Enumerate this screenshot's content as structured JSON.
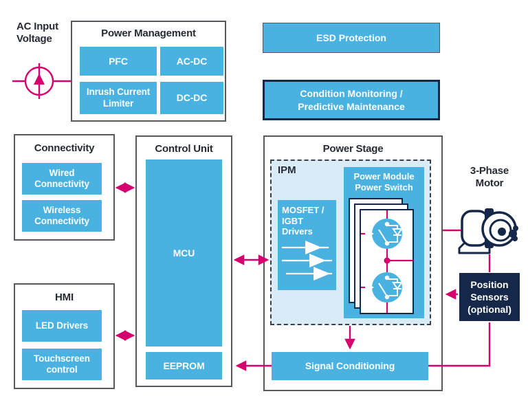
{
  "colors": {
    "block_blue": "#49B2E1",
    "light_blue_bg": "#D9EBF7",
    "navy": "#15284A",
    "magenta": "#D4006E",
    "border_gray": "#55595F",
    "title_text": "#262B33"
  },
  "ac_input": {
    "line1": "AC Input",
    "line2": "Voltage"
  },
  "power_management": {
    "title": "Power Management",
    "pfc": "PFC",
    "acdc": "AC-DC",
    "inrush": "Inrush Current Limiter",
    "dcdc": "DC-DC"
  },
  "esd": {
    "label": "ESD Protection"
  },
  "condition_monitoring": {
    "line1": "Condition Monitoring /",
    "line2": "Predictive Maintenance"
  },
  "connectivity": {
    "title": "Connectivity",
    "wired": "Wired Connectivity",
    "wireless": "Wireless Connectivity"
  },
  "control_unit": {
    "title": "Control Unit",
    "mcu": "MCU",
    "eeprom": "EEPROM"
  },
  "hmi": {
    "title": "HMI",
    "led": "LED Drivers",
    "touch": "Touchscreen control"
  },
  "power_stage": {
    "title": "Power Stage",
    "ipm": "IPM",
    "drivers": "MOSFET / IGBT Drivers",
    "power_module_line1": "Power Module",
    "power_module_line2": "Power Switch",
    "signal_conditioning": "Signal Conditioning"
  },
  "motor": {
    "line1": "3-Phase",
    "line2": "Motor"
  },
  "position_sensors": {
    "line1": "Position",
    "line2": "Sensors",
    "line3": "(optional)"
  }
}
